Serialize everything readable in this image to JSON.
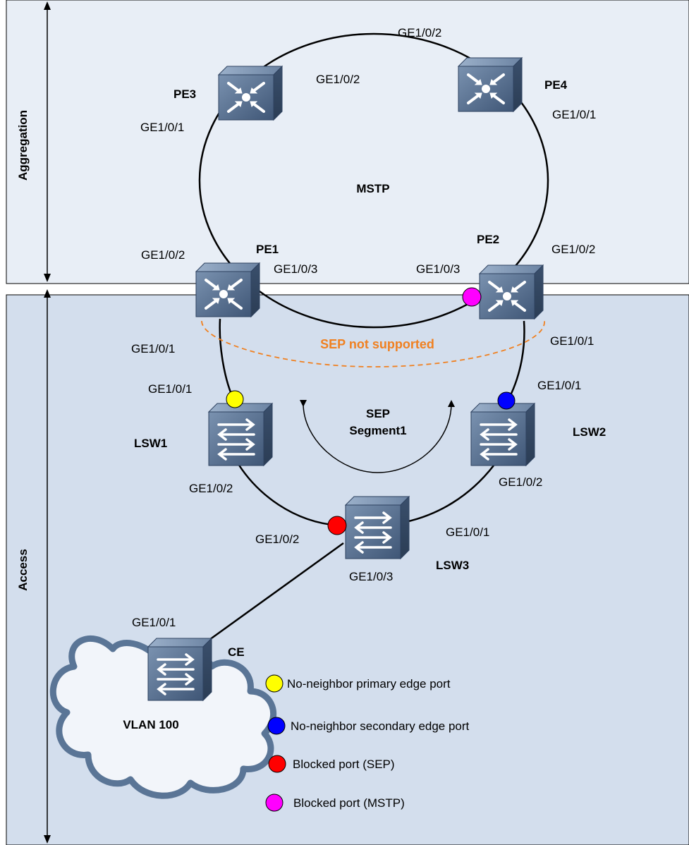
{
  "zones": {
    "aggregation": "Aggregation",
    "access": "Access"
  },
  "devices": {
    "pe1": "PE1",
    "pe2": "PE2",
    "pe3": "PE3",
    "pe4": "PE4",
    "lsw1": "LSW1",
    "lsw2": "LSW2",
    "lsw3": "LSW3",
    "ce": "CE"
  },
  "ports": {
    "pe3_p1": "GE1/0/1",
    "pe3_p2": "GE1/0/2",
    "pe4_p2": "GE1/0/2",
    "pe4_p1": "GE1/0/1",
    "pe1_p2": "GE1/0/2",
    "pe1_p3": "GE1/0/3",
    "pe1_p1": "GE1/0/1",
    "pe2_p3": "GE1/0/3",
    "pe2_p2": "GE1/0/2",
    "pe2_p1": "GE1/0/1",
    "lsw1_p1": "GE1/0/1",
    "lsw1_p2": "GE1/0/2",
    "lsw2_p1": "GE1/0/1",
    "lsw2_p2": "GE1/0/2",
    "lsw3_p2": "GE1/0/2",
    "lsw3_p1": "GE1/0/1",
    "lsw3_p3": "GE1/0/3",
    "ce_p1": "GE1/0/1"
  },
  "labels": {
    "mstp": "MSTP",
    "sep_not_supported": "SEP not supported",
    "sep_line1": "SEP",
    "sep_line2": "Segment1",
    "vlan": "VLAN 100"
  },
  "legend": [
    {
      "label": "No-neighbor primary edge port",
      "color": "#ffff00"
    },
    {
      "label": "No-neighbor secondary edge port",
      "color": "#0000ff"
    },
    {
      "label": "Blocked port (SEP)",
      "color": "#ff0000"
    },
    {
      "label": "Blocked port (MSTP)",
      "color": "#ff00ff"
    }
  ],
  "colors": {
    "aggregation_bg": "#e8eef6",
    "access_bg": "#d3deed",
    "sep_not_supported": "#f08020",
    "cloud": "#5a7596",
    "device": "#4b6180"
  }
}
